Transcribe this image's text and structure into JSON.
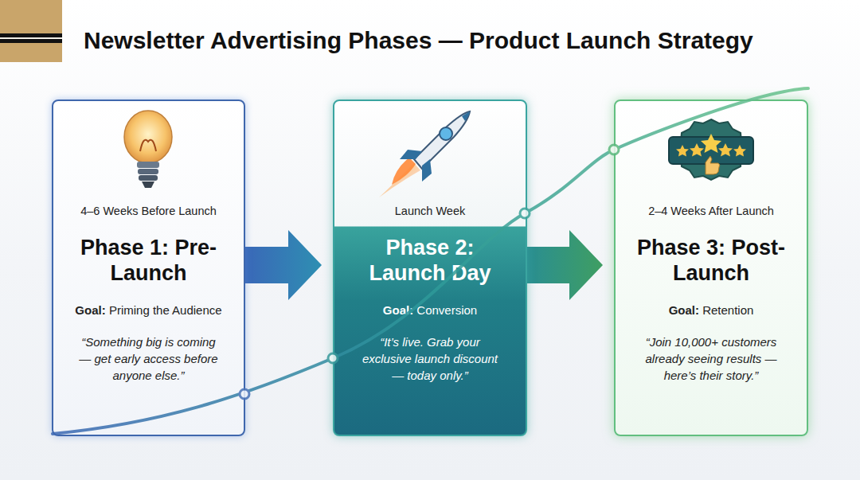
{
  "diagram": {
    "title": "Newsletter Advertising Phases — Product Launch Strategy",
    "nodes": [
      {
        "text": [
          "4–6 Weeks Before Launch",
          "Phase 1: Pre-Launch",
          "Goal:",
          "Priming the Audience",
          "“Something big is coming — get early access before anyone else.”"
        ]
      },
      {
        "text": [
          "Launch Week",
          "Phase 2: Launch Day",
          "Goal:",
          "Conversion",
          "“It’s live. Grab your exclusive launch discount — today only.”"
        ]
      },
      {
        "text": [
          "2–4 Weeks After Launch",
          "Phase 3: Post-Launch",
          "Goal:",
          "Retention",
          "“Join 10,000+ customers already seeing results — here’s their story.”"
        ]
      }
    ],
    "edges": [
      {
        "from": 0,
        "to": 1,
        "arrow": "to"
      },
      {
        "from": 1,
        "to": 2,
        "arrow": "to"
      }
    ]
  }
}
